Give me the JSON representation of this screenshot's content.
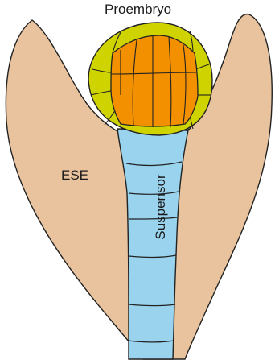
{
  "labels": {
    "proembryo": "Proembryo",
    "ese": "ESE",
    "suspensor": "Suspensor"
  },
  "colors": {
    "ese": "#e8c39e",
    "proembryo_outer": "#cfd400",
    "proembryo_inner": "#f29000",
    "suspensor": "#99d3ee",
    "outline": "#222222"
  }
}
